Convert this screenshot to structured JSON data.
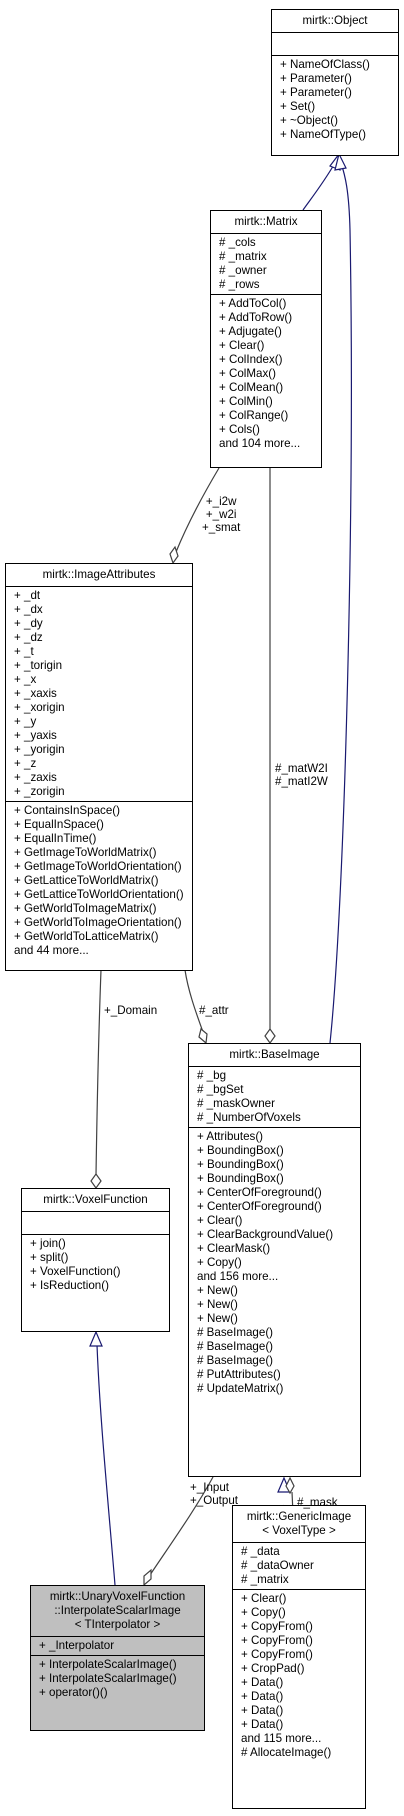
{
  "colors": {
    "inheritance": "#191970",
    "association": "#404040",
    "focus_fill": "#bfbfbf"
  },
  "nodes": {
    "object": {
      "title": [
        "mirtk::Object"
      ],
      "attributes": [],
      "methods": [
        "+ NameOfClass()",
        "+ Parameter()",
        "+ Parameter()",
        "+ Set()",
        "+ ~Object()",
        "+ NameOfType()"
      ]
    },
    "matrix": {
      "title": [
        "mirtk::Matrix"
      ],
      "attributes": [
        "# _cols",
        "# _matrix",
        "# _owner",
        "# _rows"
      ],
      "methods": [
        "+ AddToCol()",
        "+ AddToRow()",
        "+ Adjugate()",
        "+ Clear()",
        "+ ColIndex()",
        "+ ColMax()",
        "+ ColMean()",
        "+ ColMin()",
        "+ ColRange()",
        "+ Cols()",
        "and 104 more..."
      ]
    },
    "imageattributes": {
      "title": [
        "mirtk::ImageAttributes"
      ],
      "attributes": [
        "+ _dt",
        "+ _dx",
        "+ _dy",
        "+ _dz",
        "+ _t",
        "+ _torigin",
        "+ _x",
        "+ _xaxis",
        "+ _xorigin",
        "+ _y",
        "+ _yaxis",
        "+ _yorigin",
        "+ _z",
        "+ _zaxis",
        "+ _zorigin"
      ],
      "methods": [
        "+ ContainsInSpace()",
        "+ EqualInSpace()",
        "+ EqualInTime()",
        "+ GetImageToWorldMatrix()",
        "+ GetImageToWorldOrientation()",
        "+ GetLatticeToWorldMatrix()",
        "+ GetLatticeToWorldOrientation()",
        "+ GetWorldToImageMatrix()",
        "+ GetWorldToImageOrientation()",
        "+ GetWorldToLatticeMatrix()",
        "and 44 more..."
      ]
    },
    "baseimage": {
      "title": [
        "mirtk::BaseImage"
      ],
      "attributes": [
        "# _bg",
        "# _bgSet",
        "# _maskOwner",
        "# _NumberOfVoxels"
      ],
      "methods": [
        "+ Attributes()",
        "+ BoundingBox()",
        "+ BoundingBox()",
        "+ BoundingBox()",
        "+ CenterOfForeground()",
        "+ CenterOfForeground()",
        "+ Clear()",
        "+ ClearBackgroundValue()",
        "+ ClearMask()",
        "+ Copy()",
        "and 156 more...",
        "+ New()",
        "+ New()",
        "+ New()",
        "# BaseImage()",
        "# BaseImage()",
        "# BaseImage()",
        "# PutAttributes()",
        "# UpdateMatrix()"
      ]
    },
    "voxelfunction": {
      "title": [
        "mirtk::VoxelFunction"
      ],
      "attributes": [],
      "methods": [
        "+ join()",
        "+ split()",
        "+ VoxelFunction()",
        "+ IsReduction()"
      ]
    },
    "genericimage": {
      "title": [
        "mirtk::GenericImage",
        "< VoxelType >"
      ],
      "attributes": [
        "# _data",
        "# _dataOwner",
        "# _matrix"
      ],
      "methods": [
        "+ Clear()",
        "+ Copy()",
        "+ CopyFrom()",
        "+ CopyFrom()",
        "+ CopyFrom()",
        "+ CropPad()",
        "+ Data()",
        "+ Data()",
        "+ Data()",
        "+ Data()",
        "and 115 more...",
        "# AllocateImage()"
      ]
    },
    "unary": {
      "title": [
        "mirtk::UnaryVoxelFunction",
        "::InterpolateScalarImage",
        "< TInterpolator >"
      ],
      "attributes": [
        "+ _Interpolator"
      ],
      "methods": [
        "+ InterpolateScalarImage()",
        "+ InterpolateScalarImage()",
        "+ operator()()"
      ]
    }
  },
  "edge_labels": {
    "smat": [
      "+_i2w",
      "+_w2i",
      "+_smat"
    ],
    "mat": [
      "#_matW2I",
      "#_matI2W"
    ],
    "domain": [
      "+_Domain"
    ],
    "attr": [
      "#_attr"
    ],
    "input": [
      "+_Input",
      "+_Output"
    ],
    "mask": [
      "#_mask"
    ]
  }
}
